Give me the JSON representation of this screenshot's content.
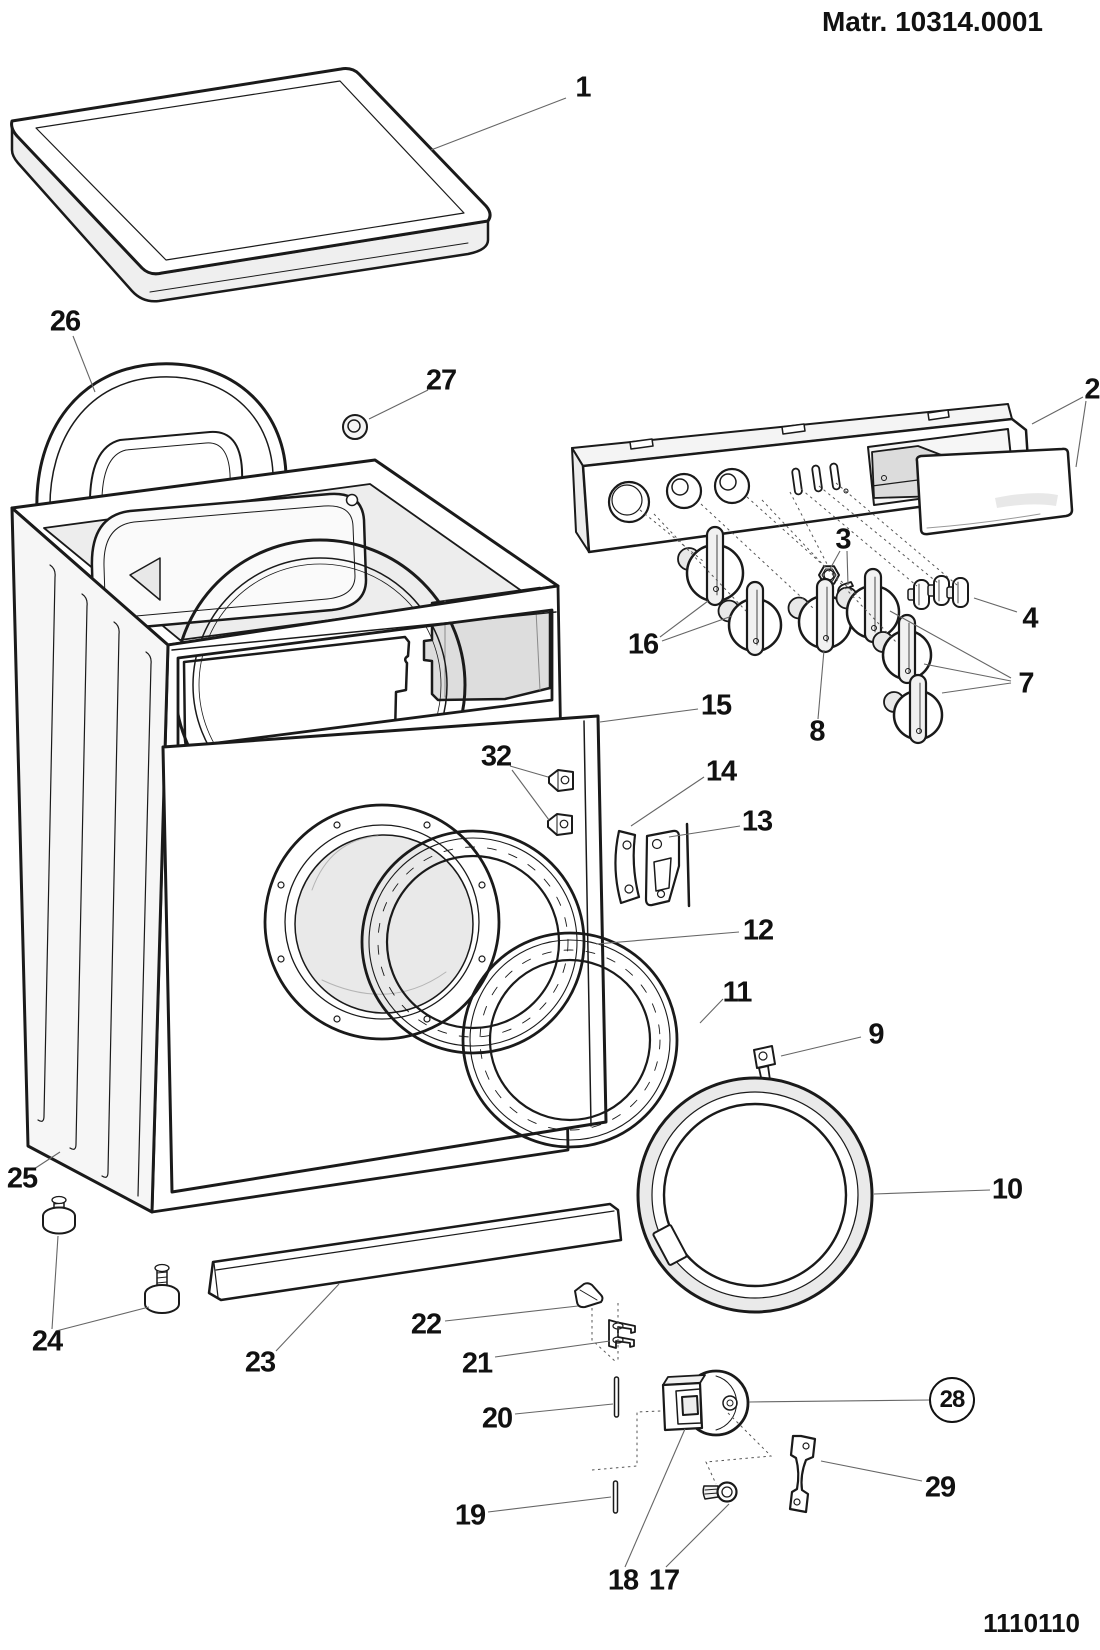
{
  "header": {
    "matr_label": "Matr. 10314.0001"
  },
  "footer": {
    "drawing_number": "1110110"
  },
  "colors": {
    "line": "#1a1a1a",
    "background": "#ffffff",
    "leader": "#666666",
    "shade_light": "#f2f2f2",
    "shade_mid": "#e3e3e3"
  },
  "parts": {
    "p1": {
      "num": "1"
    },
    "p2": {
      "num": "2"
    },
    "p3": {
      "num": "3"
    },
    "p4": {
      "num": "4"
    },
    "p7": {
      "num": "7"
    },
    "p8": {
      "num": "8"
    },
    "p9": {
      "num": "9"
    },
    "p10": {
      "num": "10"
    },
    "p11": {
      "num": "11"
    },
    "p12": {
      "num": "12"
    },
    "p13": {
      "num": "13"
    },
    "p14": {
      "num": "14"
    },
    "p15": {
      "num": "15"
    },
    "p16": {
      "num": "16"
    },
    "p17": {
      "num": "17"
    },
    "p18": {
      "num": "18"
    },
    "p19": {
      "num": "19"
    },
    "p20": {
      "num": "20"
    },
    "p21": {
      "num": "21"
    },
    "p22": {
      "num": "22"
    },
    "p23": {
      "num": "23"
    },
    "p24": {
      "num": "24"
    },
    "p25": {
      "num": "25"
    },
    "p26": {
      "num": "26"
    },
    "p27": {
      "num": "27"
    },
    "p28": {
      "num": "28"
    },
    "p29": {
      "num": "29"
    },
    "p32": {
      "num": "32"
    }
  }
}
